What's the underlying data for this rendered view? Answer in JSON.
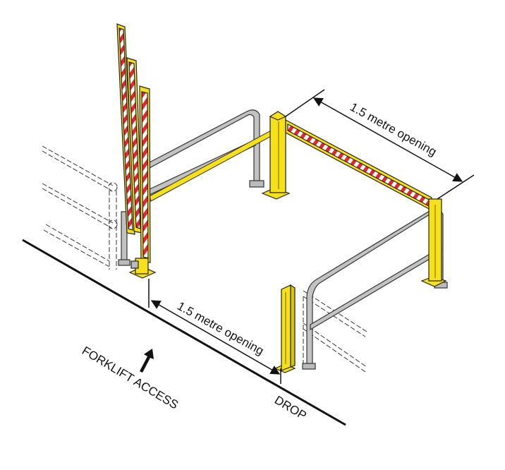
{
  "diagram": {
    "type": "isometric safety gate illustration",
    "colors": {
      "yellow": "#f5e01a",
      "red": "#e8242e",
      "grey_rail": "#bdbdbd",
      "outline": "#222222"
    },
    "labels": {
      "top_dimension": "1.5 metre opening",
      "bottom_dimension": "1.5 metre opening",
      "forklift_access": "FORKLIFT ACCESS",
      "drop": "DROP"
    },
    "icons": {
      "access_arrow": "arrow-up-right-icon"
    }
  }
}
